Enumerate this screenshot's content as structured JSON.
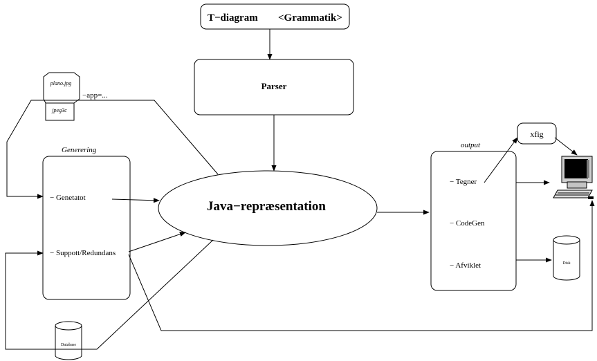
{
  "top_box": {
    "left": "T−diagram",
    "right": "<Grammatik>"
  },
  "parser": {
    "label": "Parser"
  },
  "central": {
    "label": "Java−repræsentation"
  },
  "input_file": {
    "name": "plano.jpg",
    "type": "jpeg3c"
  },
  "app_flag": "−app=...",
  "generering": {
    "title": "Generering",
    "items": [
      "− Genetatot",
      "− Suppott/Redundans"
    ]
  },
  "output": {
    "title": "output",
    "items": [
      "− Tegner",
      "− CodeGen",
      "− Afviklet"
    ]
  },
  "xfig": {
    "label": "xfig"
  },
  "disk": {
    "label": "Disk"
  },
  "database": {
    "label": "Database"
  },
  "icons": [
    "computer-icon",
    "disk-icon",
    "database-icon",
    "file-icon"
  ]
}
